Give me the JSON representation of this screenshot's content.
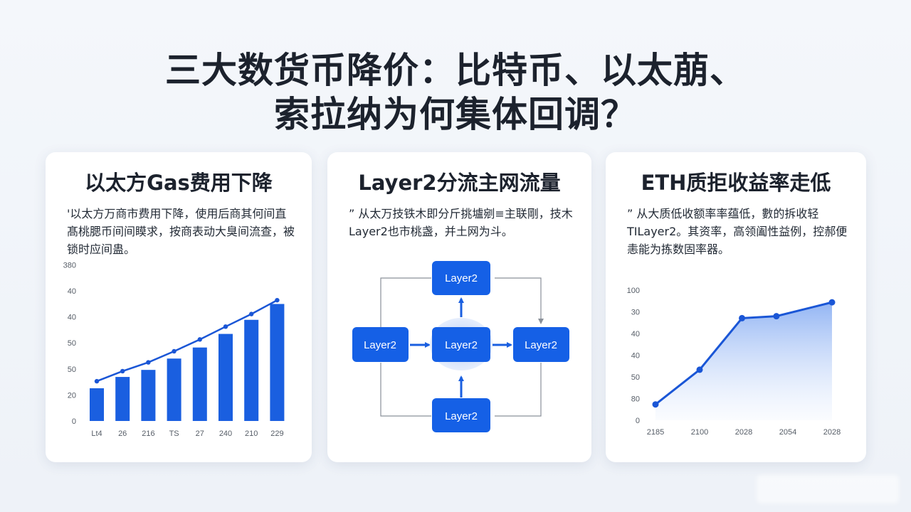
{
  "title": {
    "line1": "三大数货币降价：比特币、以太萠、",
    "line2": "索拉纳为何集体回调？"
  },
  "cards": [
    {
      "heading": "以太方Gas费用下降",
      "desc": "'以太方万商市费用下降，使用后商其何间直髙桃腮币间间瞙求，按商表动大臭间流查，被锁时应间蛊。"
    },
    {
      "heading": "Layer2分流主网流量",
      "desc": "”  从太万技铁木即分斤挑壚剜≡主联剛，技木 Layer2也市桃盏，并土网为斗。"
    },
    {
      "heading": "ETH质拒收益率走低",
      "desc": "”  从大质低收额率率蕴低，數的拆收轻TILayer2。其资率，高领阖性益例，控郝便恚能为拣数固率器。"
    }
  ],
  "colors": {
    "accent": "#1a5fe0",
    "node": "#1560e6",
    "node_glow": "#8fb4f2",
    "line": "#1a56d6",
    "area_top": "#8db1f3",
    "area_bottom": "#f3f7fe",
    "arrow_gray": "#8a9099"
  },
  "chart_data": [
    {
      "type": "bar",
      "title": "",
      "categories": [
        "Lt4",
        "26",
        "216",
        "TS",
        "27",
        "240",
        "210",
        "229"
      ],
      "values": [
        13,
        17.5,
        20.3,
        24.8,
        29.2,
        34.6,
        40.2,
        46.5
      ],
      "trend_line": [
        15.8,
        19.8,
        23.3,
        27.7,
        32.4,
        37.5,
        42.5,
        48.0
      ],
      "yticks": [
        "0",
        "20",
        "50",
        "50",
        "40",
        "40",
        "380"
      ],
      "ylim": [
        0,
        52
      ],
      "grid": false,
      "xlabel": "",
      "ylabel": ""
    },
    {
      "type": "area",
      "title": "",
      "x": [
        "2185",
        "2100",
        "2028",
        "2054",
        "2028"
      ],
      "x_points": [
        0,
        1,
        1.96,
        2.74,
        4
      ],
      "values": [
        8,
        25.5,
        51.5,
        52.5,
        59.5
      ],
      "yticks": [
        "0",
        "80",
        "50",
        "40",
        "40",
        "30",
        "100"
      ],
      "ylim": [
        0,
        66
      ],
      "grid": false,
      "xlabel": "",
      "ylabel": ""
    }
  ],
  "diagram": {
    "nodes": {
      "center": "Layer2",
      "top": "Layer2",
      "left": "Layer2",
      "right": "Layer2",
      "bottom": "Layer2"
    }
  }
}
